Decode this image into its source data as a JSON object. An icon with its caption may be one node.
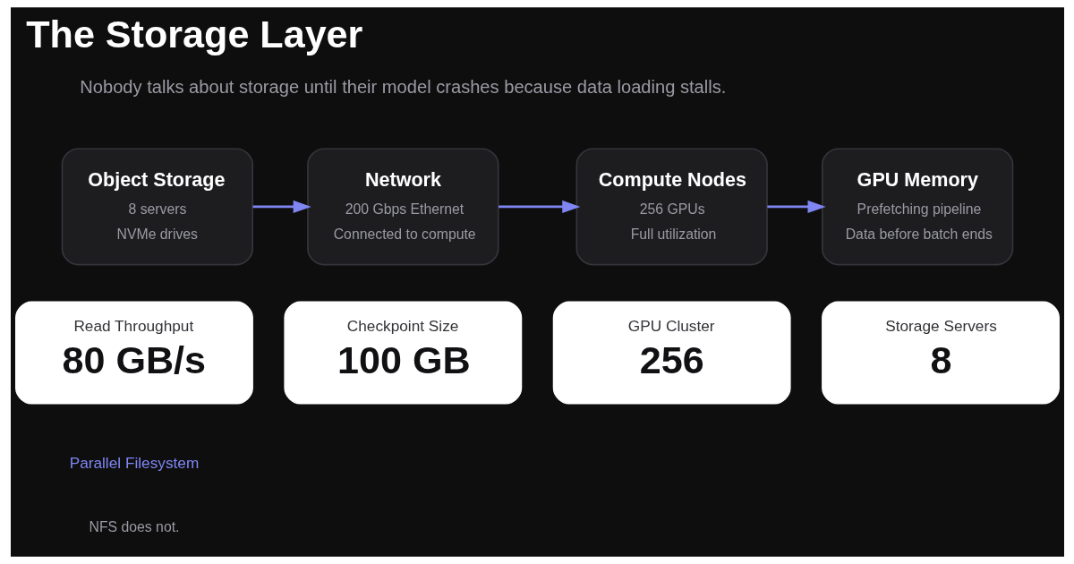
{
  "diagram": {
    "title": "The Storage Layer",
    "nodes": [
      {
        "text": [
          "Object Storage",
          "8 servers",
          "NVMe drives"
        ]
      },
      {
        "text": [
          "Network",
          "200 Gbps Ethernet",
          "Connected to compute"
        ]
      },
      {
        "text": [
          "Compute Nodes",
          "256 GPUs",
          "Full utilization"
        ]
      },
      {
        "text": [
          "GPU Memory",
          "Prefetching pipeline",
          "Data before batch ends"
        ]
      },
      {
        "text": [
          "Read Throughput",
          "80 GB/s"
        ]
      },
      {
        "text": [
          "Checkpoint Size",
          "100 GB"
        ]
      },
      {
        "text": [
          "GPU Cluster",
          "256"
        ]
      },
      {
        "text": [
          "Storage Servers",
          "8"
        ]
      }
    ],
    "edges": [
      {
        "from": 0,
        "to": 1,
        "arrow": "to"
      },
      {
        "from": 1,
        "to": 2,
        "arrow": "to"
      },
      {
        "from": 2,
        "to": 3,
        "arrow": "to"
      }
    ],
    "labels": [
      "Nobody talks about storage until their model crashes because data loading stalls.",
      "Parallel Filesystem",
      "NFS does not."
    ]
  }
}
